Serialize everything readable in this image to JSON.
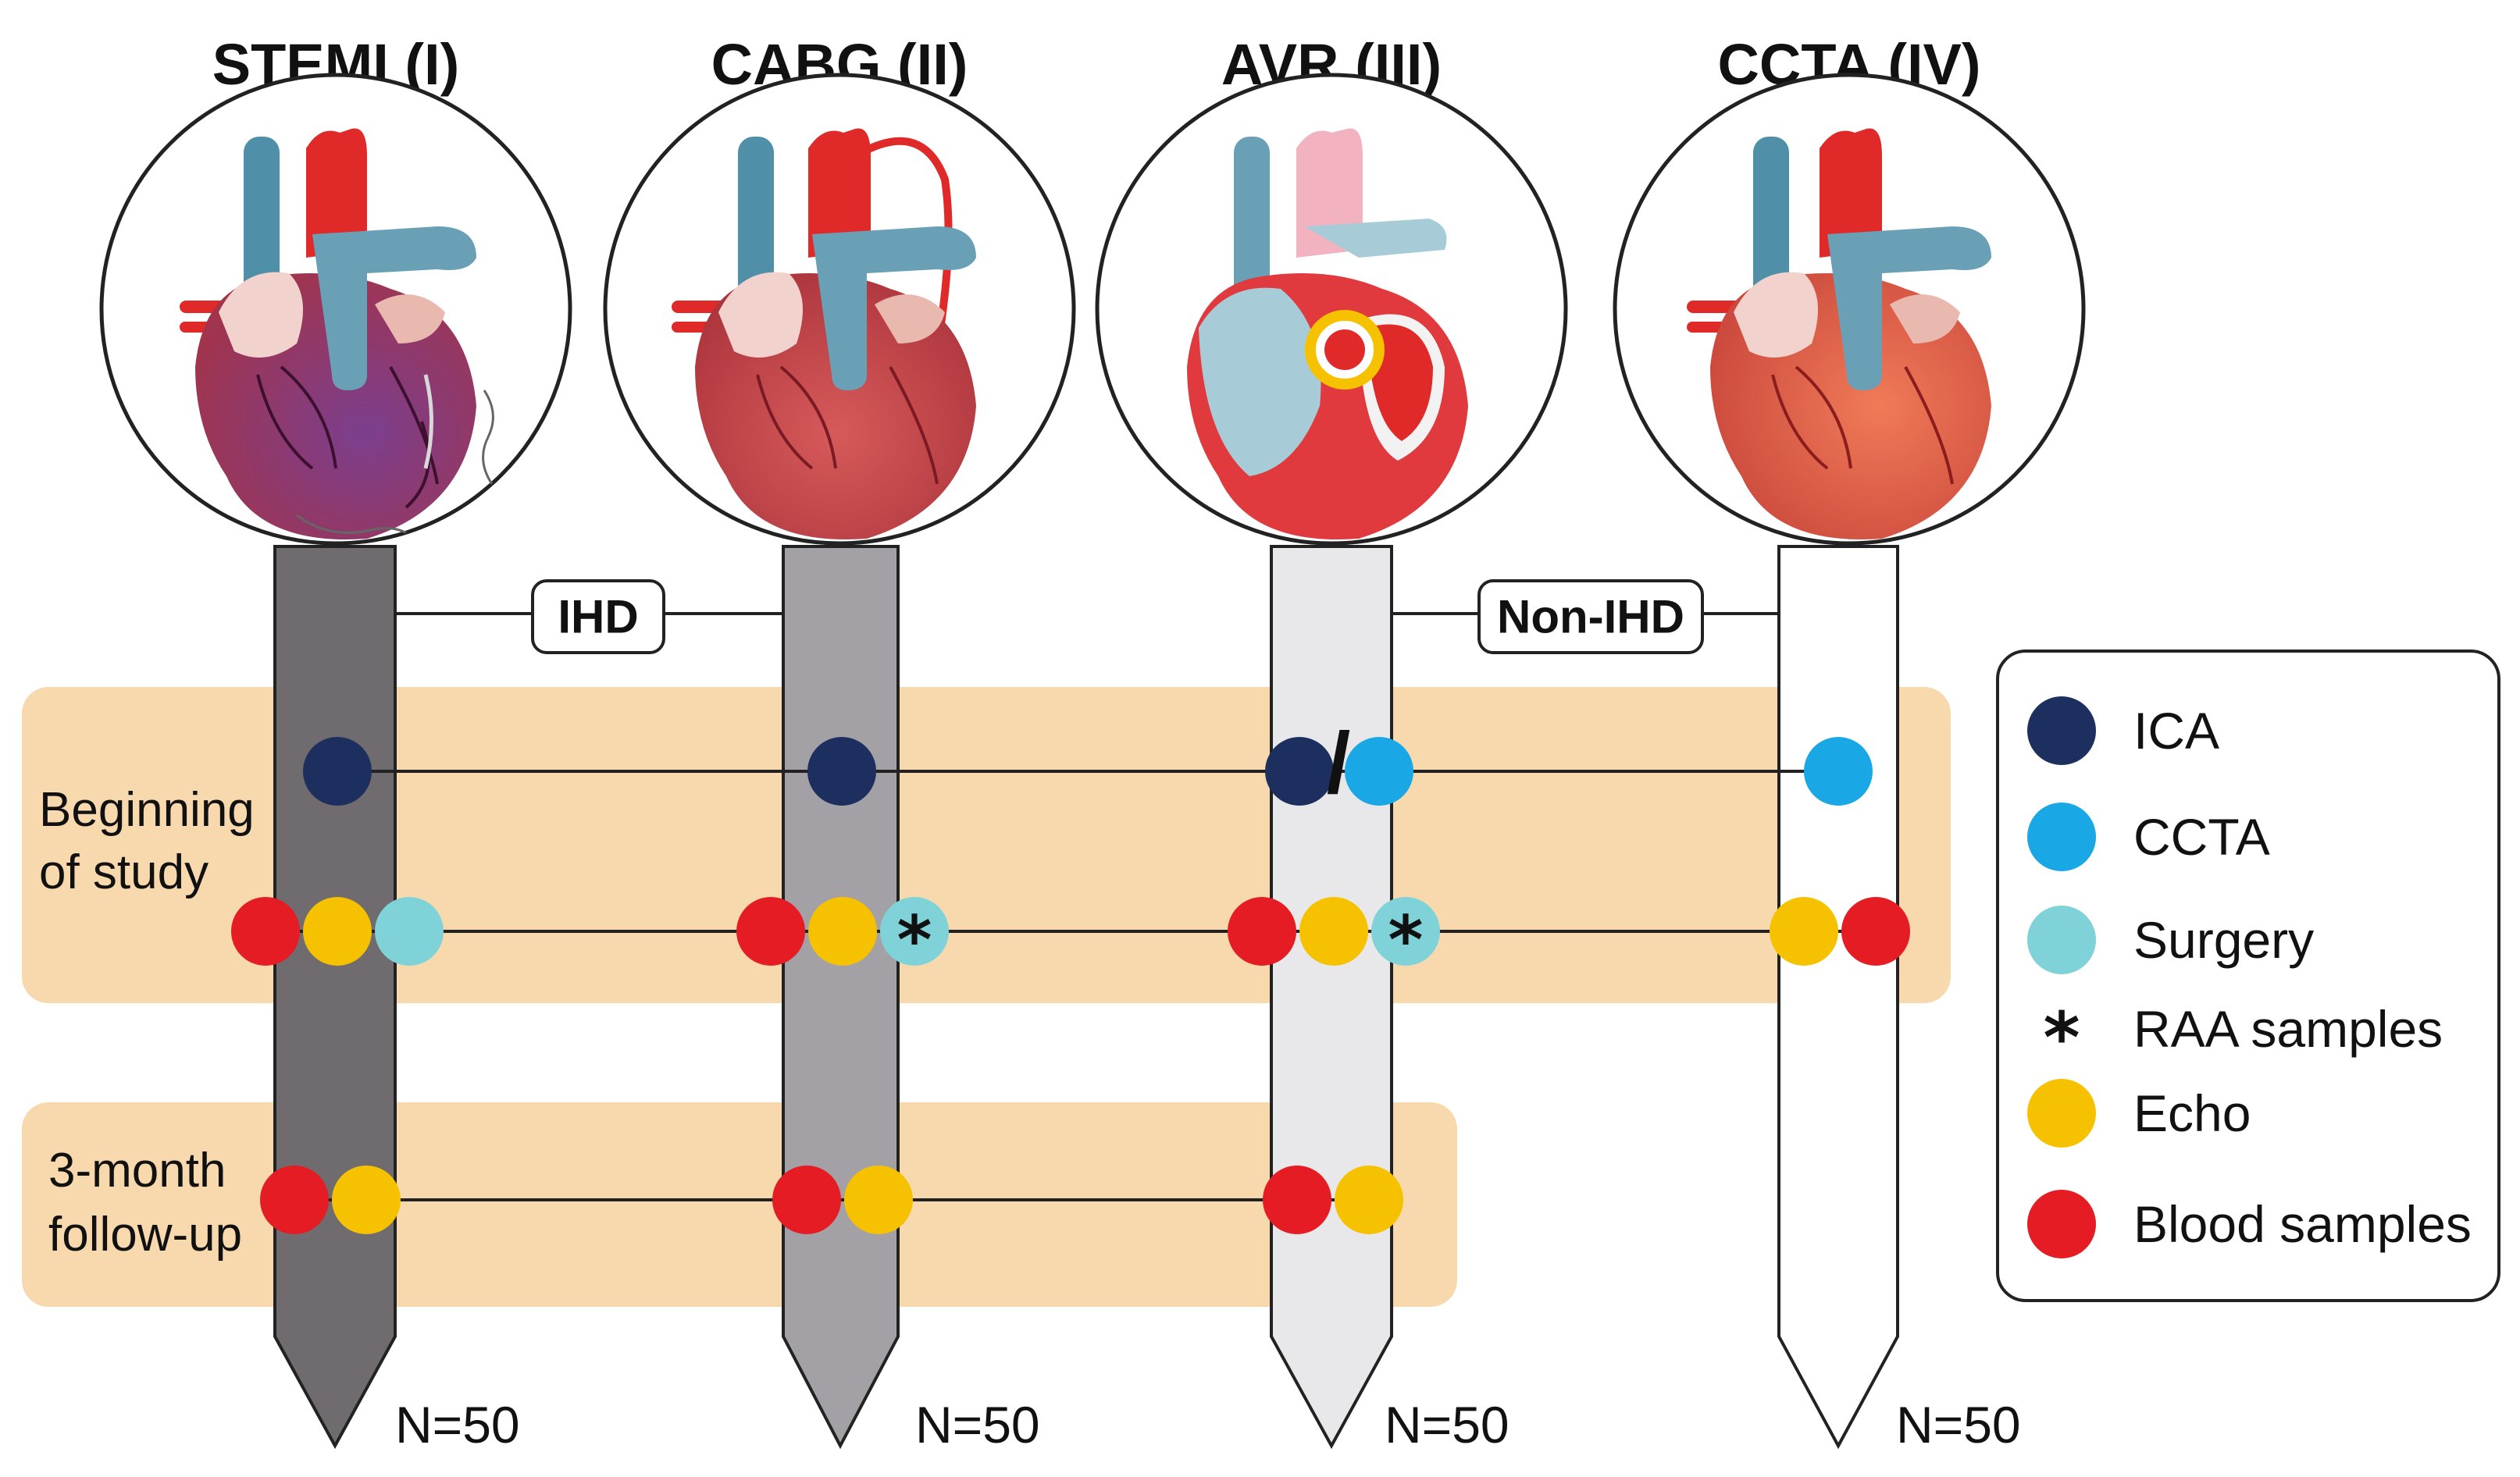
{
  "columns": [
    {
      "id": "stemi",
      "title": "STEMI (I)",
      "n": "N=50",
      "arm_color": "#6f6b6f"
    },
    {
      "id": "cabg",
      "title": "CABG (II)",
      "n": "N=50",
      "arm_color": "#a4a1a6"
    },
    {
      "id": "avr",
      "title": "AVR (III)",
      "n": "N=50",
      "arm_color": "#e8e8ea"
    },
    {
      "id": "ccta",
      "title": "CCTA (IV)",
      "n": "N=50",
      "arm_color": "#ffffff"
    }
  ],
  "groups": {
    "ihd": "IHD",
    "non_ihd": "Non-IHD"
  },
  "bands": {
    "beginning": [
      "Beginning",
      "of study"
    ],
    "followup": [
      "3-month",
      "follow-up"
    ]
  },
  "legend": [
    {
      "key": "ica",
      "label": "ICA",
      "color": "#1c2f5e"
    },
    {
      "key": "ccta",
      "label": "CCTA",
      "color": "#1aa7e5"
    },
    {
      "key": "surgery",
      "label": "Surgery",
      "color": "#7fd3d8"
    },
    {
      "key": "raa",
      "label": "RAA samples",
      "symbol": "*"
    },
    {
      "key": "echo",
      "label": "Echo",
      "color": "#f6c200"
    },
    {
      "key": "blood",
      "label": "Blood samples",
      "color": "#e51c23"
    }
  ],
  "separator": "/",
  "colors": {
    "band": "#f8d9ae",
    "line": "#222222"
  }
}
